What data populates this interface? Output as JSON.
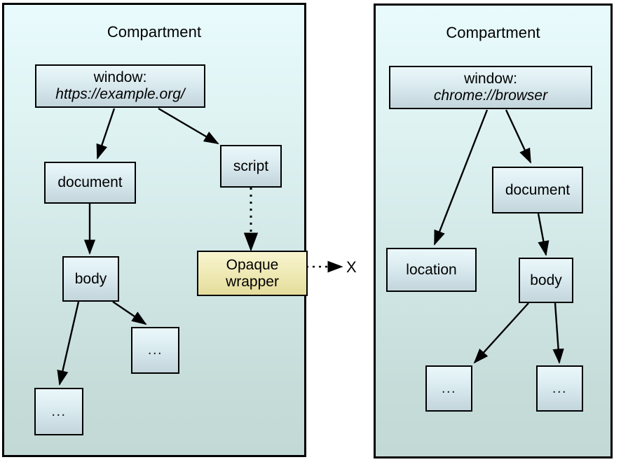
{
  "diagram": {
    "title_text": "Compartment",
    "x_marker": "X",
    "ellipsis": "...",
    "colors": {
      "compartment_top": "#e9fbfd",
      "compartment_bottom": "#c2d9d5",
      "node_top": "#eaf7fa",
      "node_bottom": "#c3d6dc",
      "opaque_top": "#f7f4cf",
      "opaque_bottom": "#e4dc9c",
      "stroke": "#000000",
      "page_background": "#ffffff"
    }
  },
  "left_compartment": {
    "title": "Compartment",
    "nodes": {
      "window_line1": "window:",
      "window_line2": "https://example.org/",
      "document": "document",
      "script": "script",
      "body": "body",
      "opaque_line1": "Opaque",
      "opaque_line2": "wrapper",
      "ellipsis_a": "...",
      "ellipsis_b": "..."
    }
  },
  "right_compartment": {
    "title": "Compartment",
    "nodes": {
      "window_line1": "window:",
      "window_line2": "chrome://browser",
      "document": "document",
      "location": "location",
      "body": "body",
      "ellipsis_a": "...",
      "ellipsis_b": "..."
    }
  },
  "cross_compartment": {
    "blocked_marker": "X"
  }
}
